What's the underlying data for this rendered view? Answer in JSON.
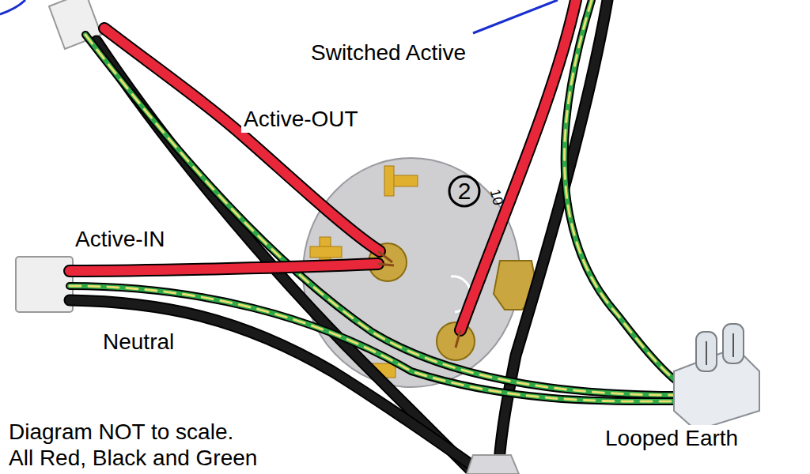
{
  "diagram": {
    "labels": [
      "Switched Active",
      "Active-OUT",
      "Active-IN",
      "Neutral",
      "2",
      "10",
      "Diagram NOT to scale.",
      "All Red, Black and Green",
      "Looped Earth"
    ]
  }
}
